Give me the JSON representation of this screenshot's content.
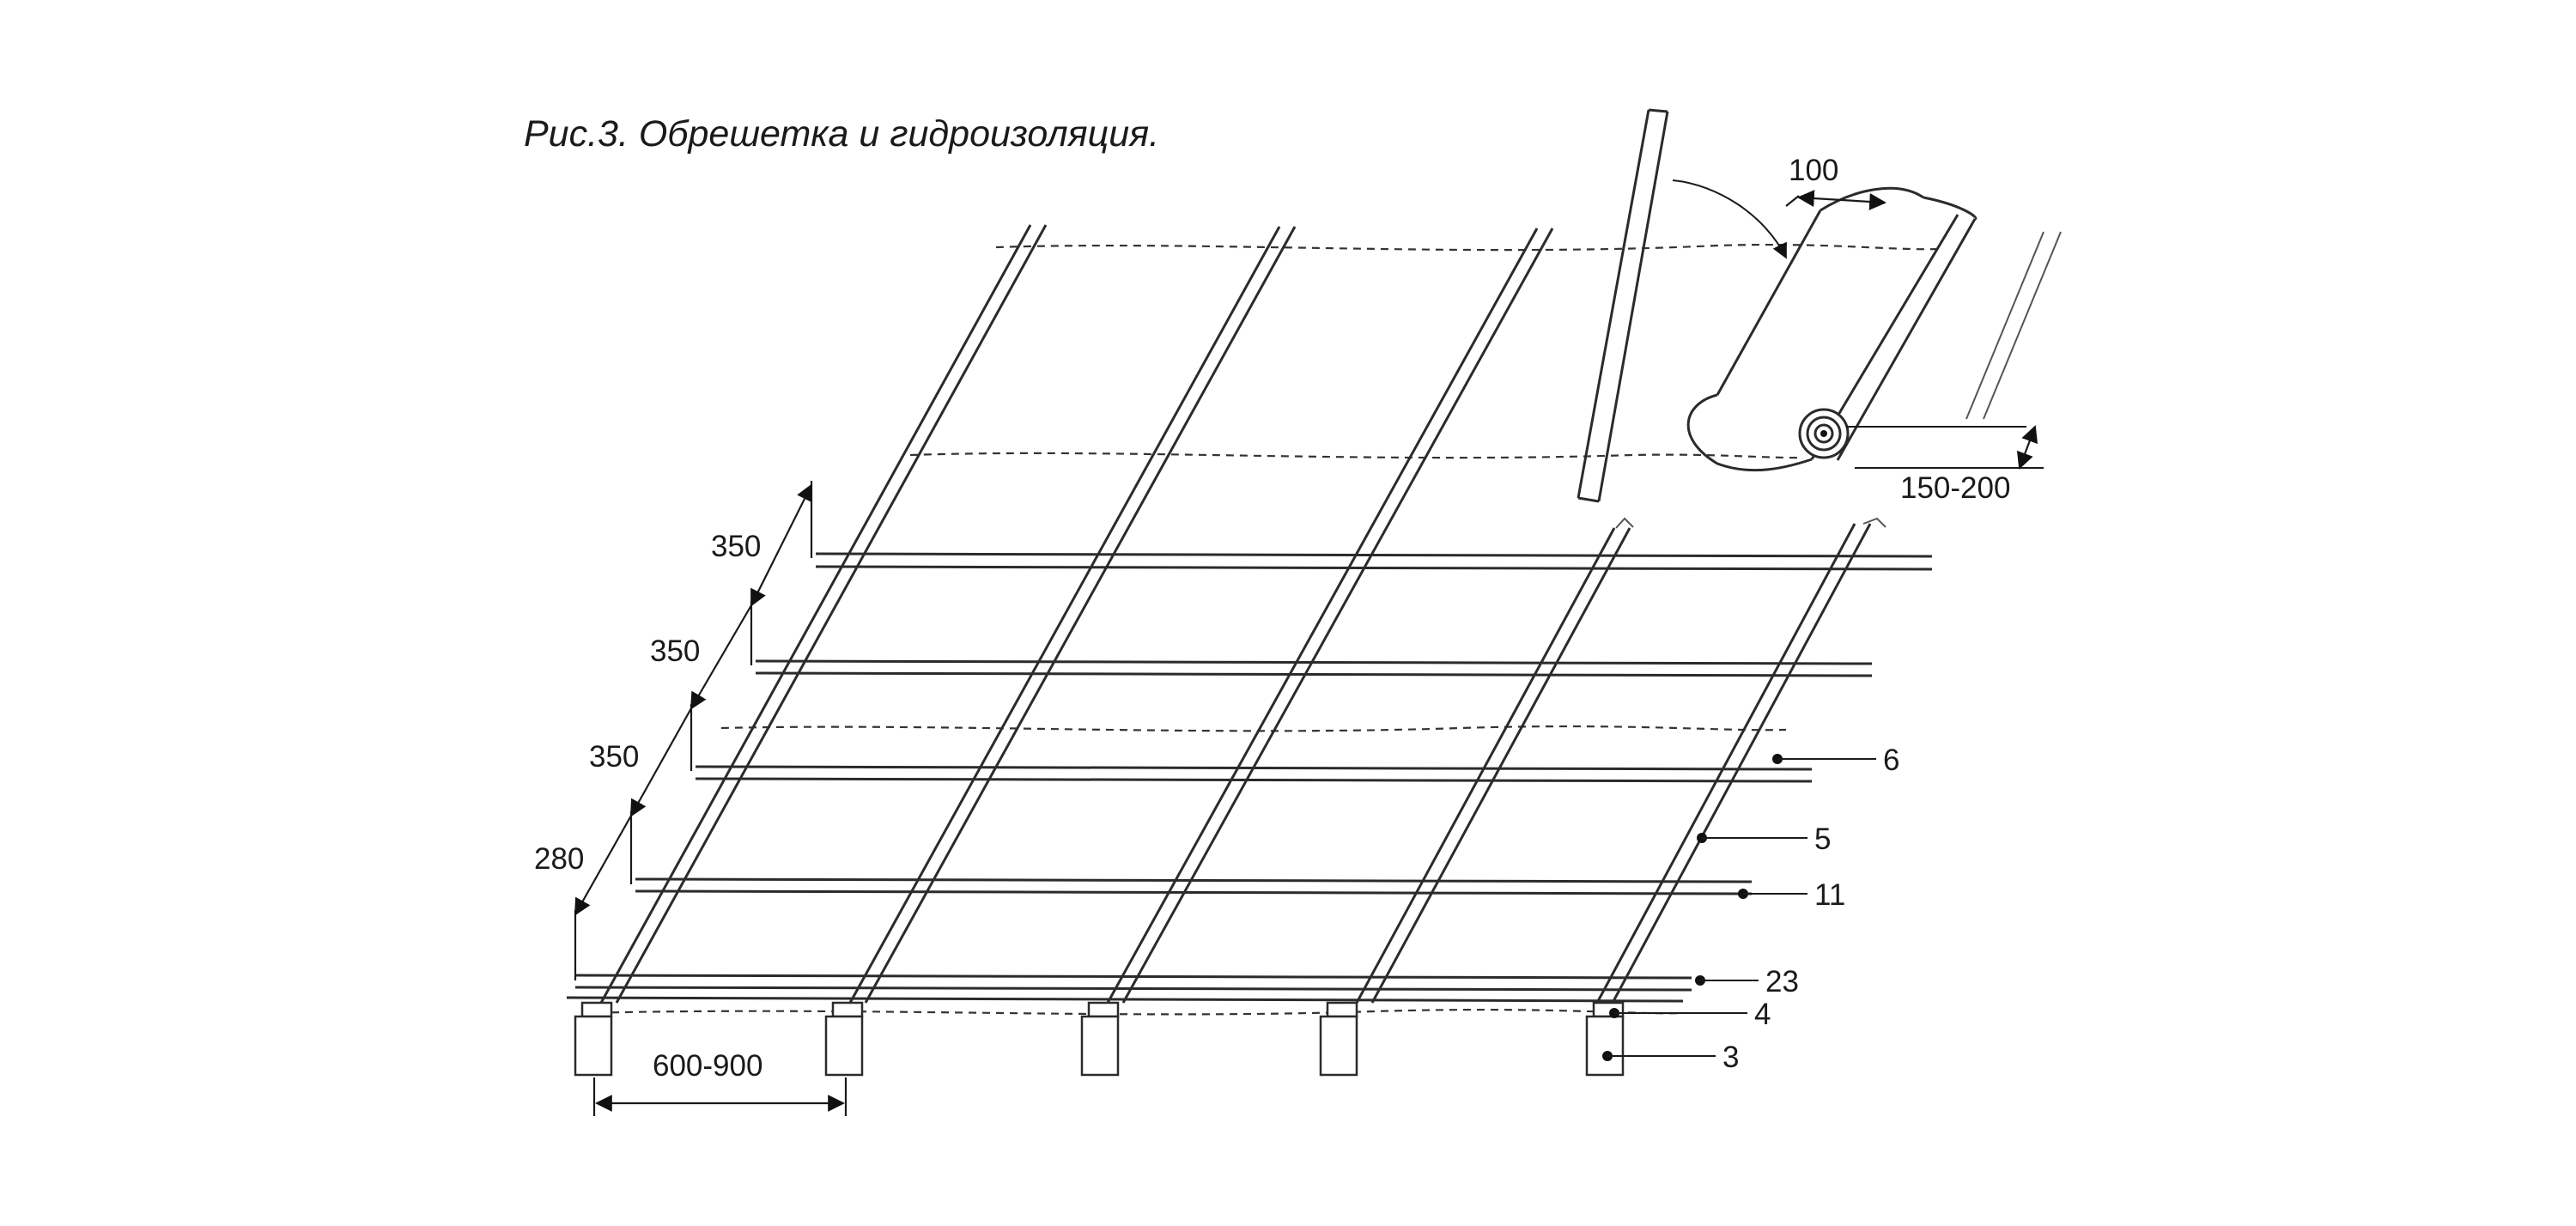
{
  "title": "Рис.3. Обрешетка и гидроизоляция.",
  "dimensions": {
    "overlap": "100",
    "roll_offset": "150-200",
    "batten_spacing_1": "350",
    "batten_spacing_2": "350",
    "batten_spacing_3": "350",
    "batten_spacing_eave": "280",
    "rafter_spacing": "600-900"
  },
  "callouts": {
    "c6": "6",
    "c5": "5",
    "c11": "11",
    "c23": "23",
    "c4": "4",
    "c3": "3"
  },
  "colors": {
    "line": "#2b2b2b",
    "text": "#1a1a1a",
    "background": "#ffffff"
  }
}
